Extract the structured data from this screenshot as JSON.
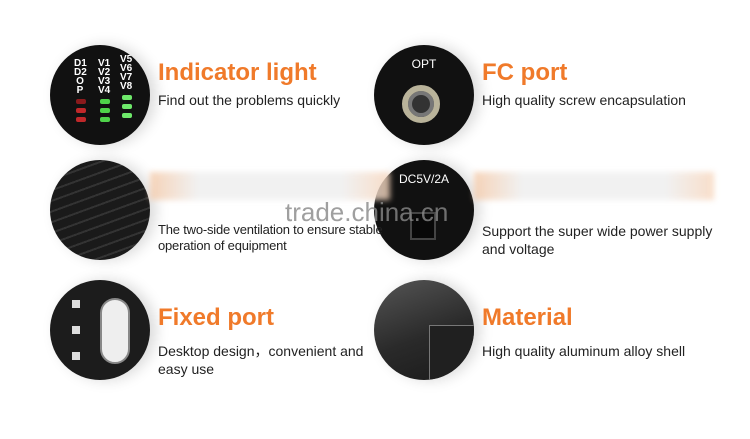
{
  "features": [
    {
      "title": "Indicator light",
      "desc": "Find out the problems quickly"
    },
    {
      "title": "FC port",
      "desc": "High quality screw encapsulation",
      "label": "OPT"
    },
    {
      "title": "",
      "desc": "The two-side ventilation to ensure stable operation of equipment"
    },
    {
      "title": "",
      "desc": "Support the super wide power supply and voltage",
      "label": "DC5V/2A"
    },
    {
      "title": "Fixed port",
      "desc": "Desktop design，convenient and easy use"
    },
    {
      "title": "Material",
      "desc": "High quality aluminum alloy shell"
    }
  ],
  "leds": {
    "col1": "D1 D2 O P",
    "col2": "V1 V2 V3 V4",
    "col3": "V5 V6 V7 V8",
    "red": "#c0282a",
    "green": "#4fd24a"
  },
  "watermark": "trade.china.cn",
  "accent": "#f07a2a"
}
